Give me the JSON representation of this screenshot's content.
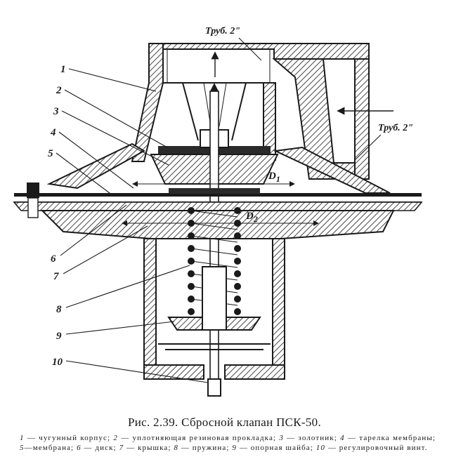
{
  "figure": {
    "caption": "Рис. 2.39. Сбросной клапан ПСК-50.",
    "legend": [
      {
        "num": "1",
        "text": " — чугунный корпус; "
      },
      {
        "num": "2",
        "text": " — уплотняющая резиновая прокладка; "
      },
      {
        "num": "3",
        "text": " — золотник; "
      },
      {
        "num": "4",
        "text": " — тарелка мембраны; "
      },
      {
        "num": "5",
        "text": "—мембрана; "
      },
      {
        "num": "6",
        "text": " — диск; "
      },
      {
        "num": "7",
        "text": " — крышка; "
      },
      {
        "num": "8",
        "text": " — пружина; "
      },
      {
        "num": "9",
        "text": " — опорная шайба; "
      },
      {
        "num": "10",
        "text": " — регулировочный винт."
      }
    ]
  },
  "diagram": {
    "pipe_label_top": "Труб. 2\"",
    "pipe_label_right": "Труб. 2\"",
    "dim_d1": "D",
    "dim_d1_sub": "1",
    "dim_d2": "D",
    "dim_d2_sub": "2",
    "part_labels": [
      "1",
      "2",
      "3",
      "4",
      "5",
      "6",
      "7",
      "8",
      "9",
      "10"
    ]
  }
}
